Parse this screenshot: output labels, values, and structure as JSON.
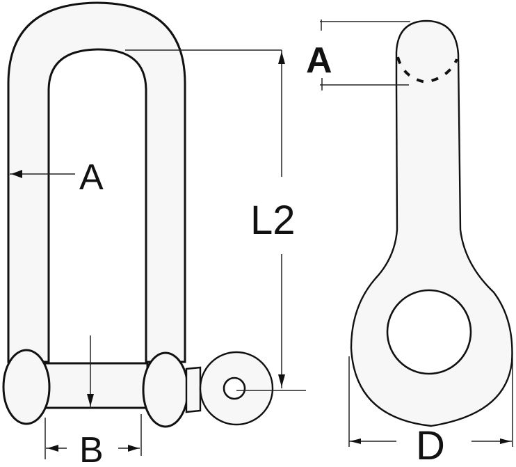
{
  "diagram": {
    "subject": "Long D-shackle technical drawing",
    "views": [
      {
        "name": "front-view",
        "description": "Long D-shackle body with screw pin"
      },
      {
        "name": "side-view",
        "description": "Side profile showing eye and shank"
      }
    ],
    "dimension_labels": {
      "front_material_diameter": "A",
      "inner_length": "L2",
      "inner_width": "B",
      "side_material_diameter": "A",
      "eye_diameter": "D"
    },
    "colors": {
      "line": "#111111",
      "fill": "#f7f7f7",
      "background": "#ffffff"
    }
  }
}
